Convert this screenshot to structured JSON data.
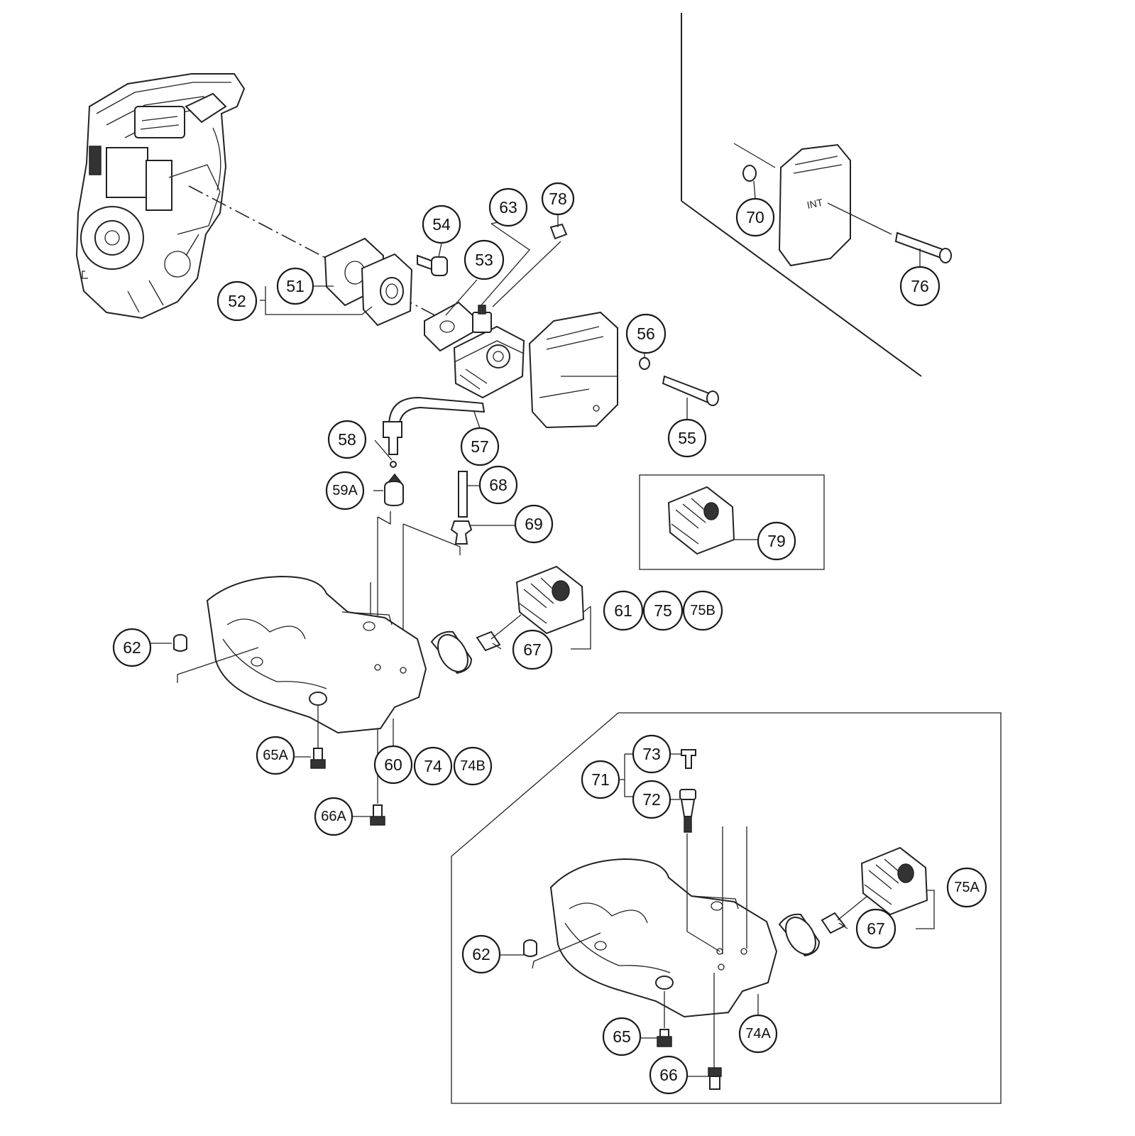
{
  "diagram": {
    "callouts": {
      "c51": "51",
      "c52": "52",
      "c53": "53",
      "c54": "54",
      "c55": "55",
      "c56": "56",
      "c57": "57",
      "c58": "58",
      "c59a": "59A",
      "c60": "60",
      "c61": "61",
      "c62": "62",
      "c62b": "62",
      "c63": "63",
      "c65": "65",
      "c65a": "65A",
      "c66": "66",
      "c66a": "66A",
      "c67": "67",
      "c67b": "67",
      "c68": "68",
      "c69": "69",
      "c70": "70",
      "c71": "71",
      "c72": "72",
      "c73": "73",
      "c74": "74",
      "c74a": "74A",
      "c74b": "74B",
      "c75": "75",
      "c75a": "75A",
      "c75b": "75B",
      "c76": "76",
      "c78": "78",
      "c79": "79"
    },
    "cover_mark": "INT"
  }
}
